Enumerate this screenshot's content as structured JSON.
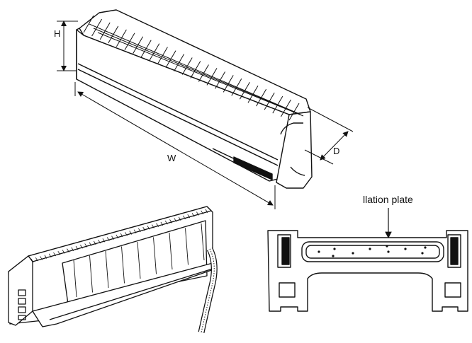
{
  "dimensions": {
    "height_label": "H",
    "width_label": "W",
    "depth_label": "D"
  },
  "callouts": {
    "plate_label": "llation plate"
  },
  "figures": [
    {
      "name": "indoor-unit-closed",
      "icon": "air-conditioner-unit"
    },
    {
      "name": "indoor-unit-open-panel",
      "icon": "air-conditioner-unit-open"
    },
    {
      "name": "installation-plate",
      "icon": "mounting-plate"
    }
  ],
  "colors": {
    "line": "#111111",
    "background": "#ffffff"
  }
}
